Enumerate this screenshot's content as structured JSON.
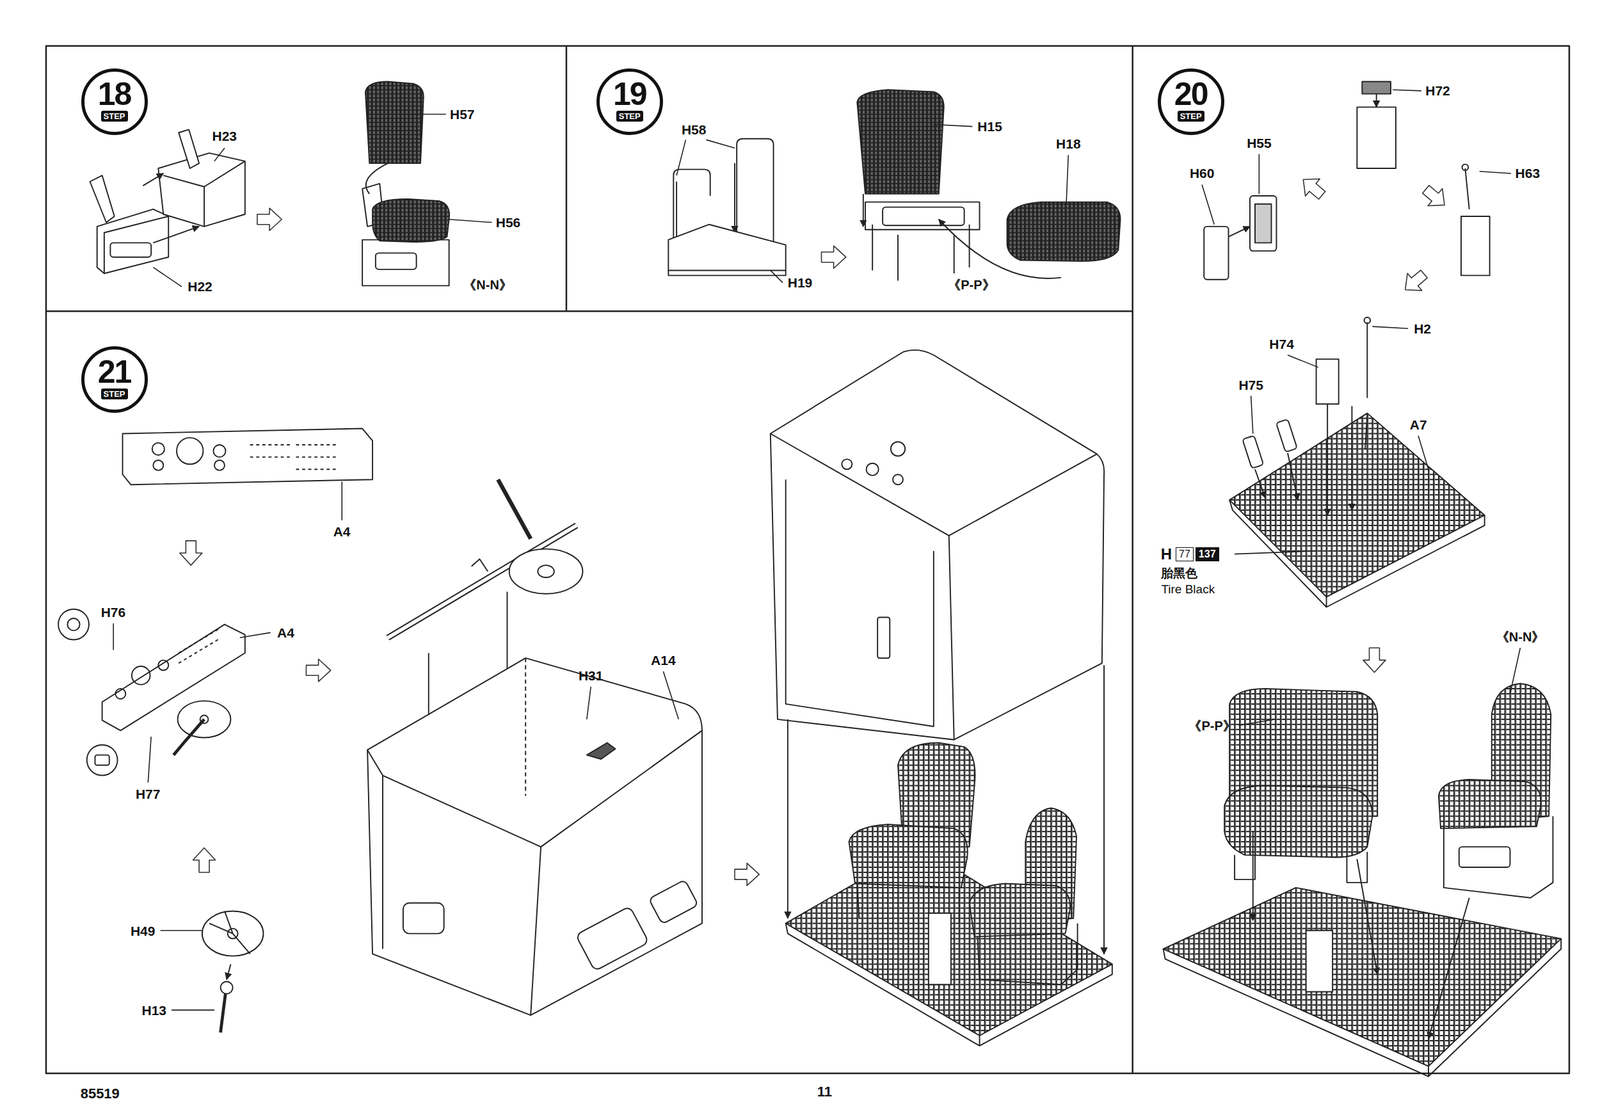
{
  "diagram": {
    "nodes": [
      {
        "text": [
          "18",
          "STEP"
        ]
      },
      {
        "text": [
          "19",
          "STEP"
        ]
      },
      {
        "text": [
          "20",
          "STEP"
        ]
      },
      {
        "text": [
          "21",
          "STEP"
        ]
      },
      {
        "text": [
          "77"
        ]
      },
      {
        "text": [
          "137"
        ]
      }
    ],
    "edges": [],
    "labels": [
      "H23",
      "H57",
      "H56",
      "H22",
      "《N-N》",
      "H58",
      "H15",
      "H18",
      "H19",
      "《P-P》",
      "H72",
      "H55",
      "H60",
      "H63",
      "H74",
      "H2",
      "H75",
      "A7",
      "H",
      "胎黑色",
      "Tire Black",
      "《N-N》",
      "《P-P》",
      "A4",
      "H76",
      "A4",
      "H31",
      "A14",
      "H77",
      "H49",
      "H13",
      "85519",
      "11"
    ]
  }
}
